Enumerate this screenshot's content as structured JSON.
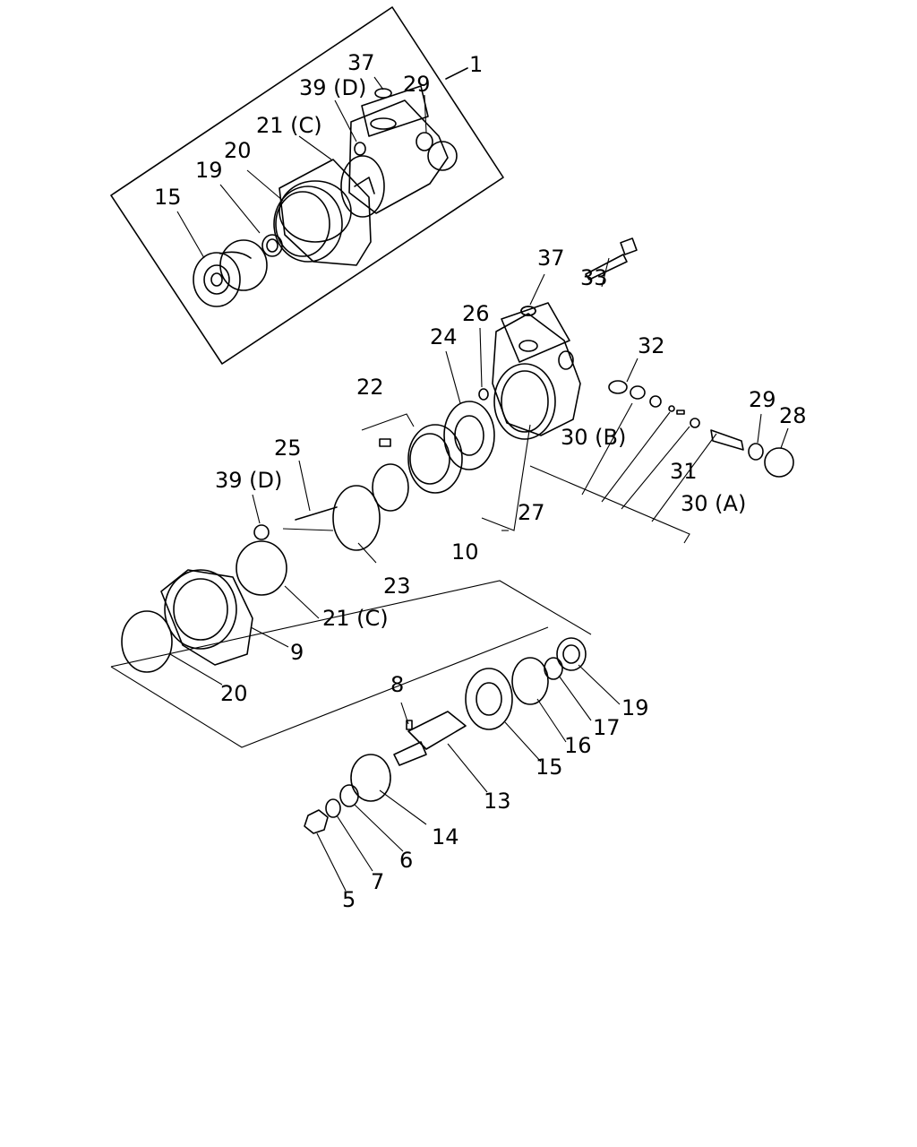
{
  "labels": {
    "p1": "1",
    "p37a": "37",
    "p39Da": "39 (D)",
    "p29a": "29",
    "p21Ca": "21 (C)",
    "p20a": "20",
    "p19a": "19",
    "p15a": "15",
    "p37b": "37",
    "p33": "33",
    "p26": "26",
    "p24": "24",
    "p32": "32",
    "p22": "22",
    "p30B": "30 (B)",
    "p29b": "29",
    "p28": "28",
    "p25": "25",
    "p39Db": "39 (D)",
    "p31": "31",
    "p27": "27",
    "p30A": "30 (A)",
    "p10": "10",
    "p23": "23",
    "p21Cb": "21 (C)",
    "p9": "9",
    "p20b": "20",
    "p8": "8",
    "p19b": "19",
    "p17": "17",
    "p16": "16",
    "p15b": "15",
    "p13": "13",
    "p14": "14",
    "p6": "6",
    "p7": "7",
    "p5": "5"
  }
}
